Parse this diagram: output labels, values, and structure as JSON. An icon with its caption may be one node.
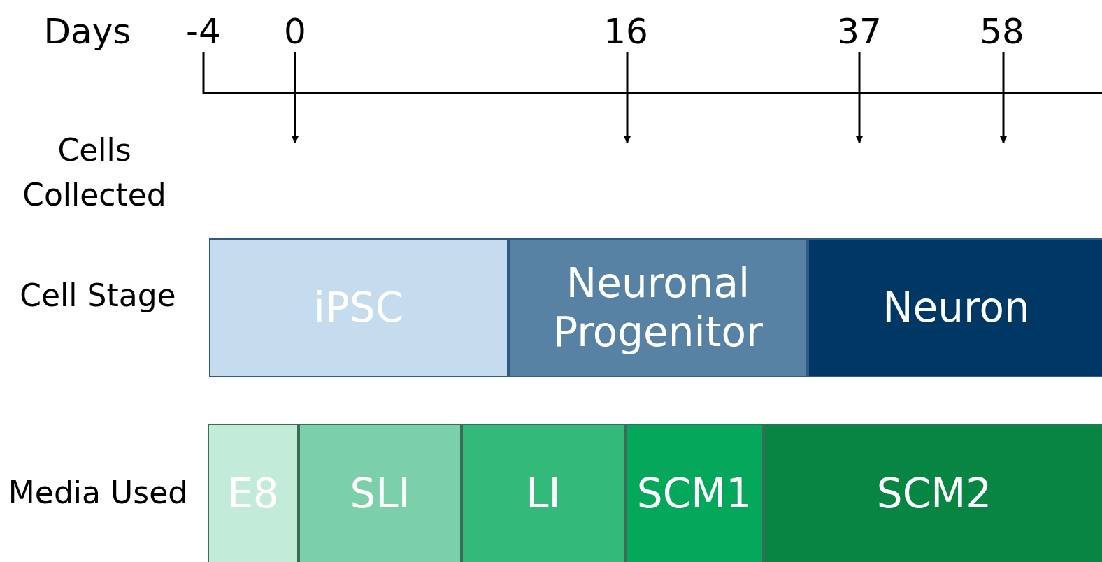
{
  "diagram": {
    "nodes": [
      {
        "text": [
          "iPSC"
        ]
      },
      {
        "text": [
          "Neuronal Progenitor"
        ]
      },
      {
        "text": [
          "Neuron"
        ]
      },
      {
        "text": [
          "E8"
        ]
      },
      {
        "text": [
          "SLI"
        ]
      },
      {
        "text": [
          "LI"
        ]
      },
      {
        "text": [
          "SCM1"
        ]
      },
      {
        "text": [
          "SCM2"
        ]
      }
    ],
    "edges": [],
    "labels": [
      "Days",
      "-4",
      "0",
      "16",
      "37",
      "58",
      "Cells Collected",
      "Cell Stage",
      "Media Used"
    ]
  }
}
